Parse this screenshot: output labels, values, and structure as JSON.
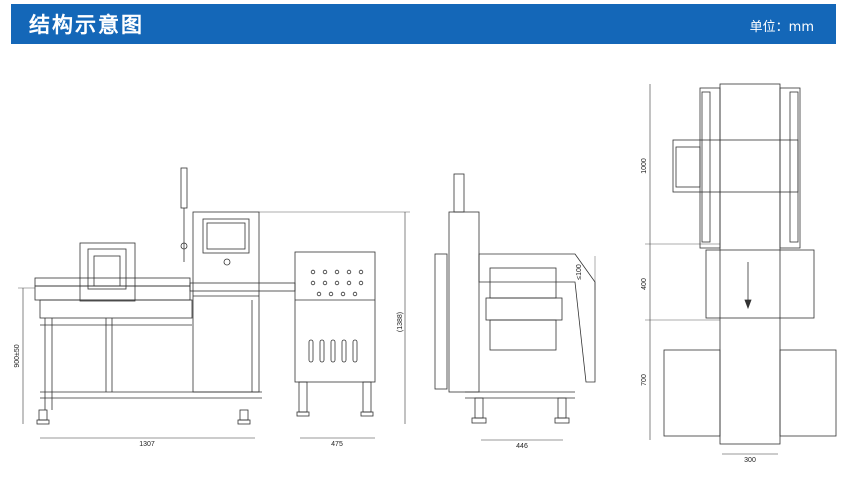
{
  "header": {
    "title": "结构示意图",
    "unit": "单位：mm",
    "background": "#1467b8"
  },
  "front_view": {
    "width_total": "1307",
    "width_cabinet": "475",
    "height_conveyor": "900±50",
    "height_total": "(1388)"
  },
  "side_view": {
    "width": "446",
    "height": "≤100"
  },
  "top_view": {
    "length_infeed": "1000",
    "length_detector": "400",
    "length_outfeed": "700",
    "belt_width": "300"
  }
}
